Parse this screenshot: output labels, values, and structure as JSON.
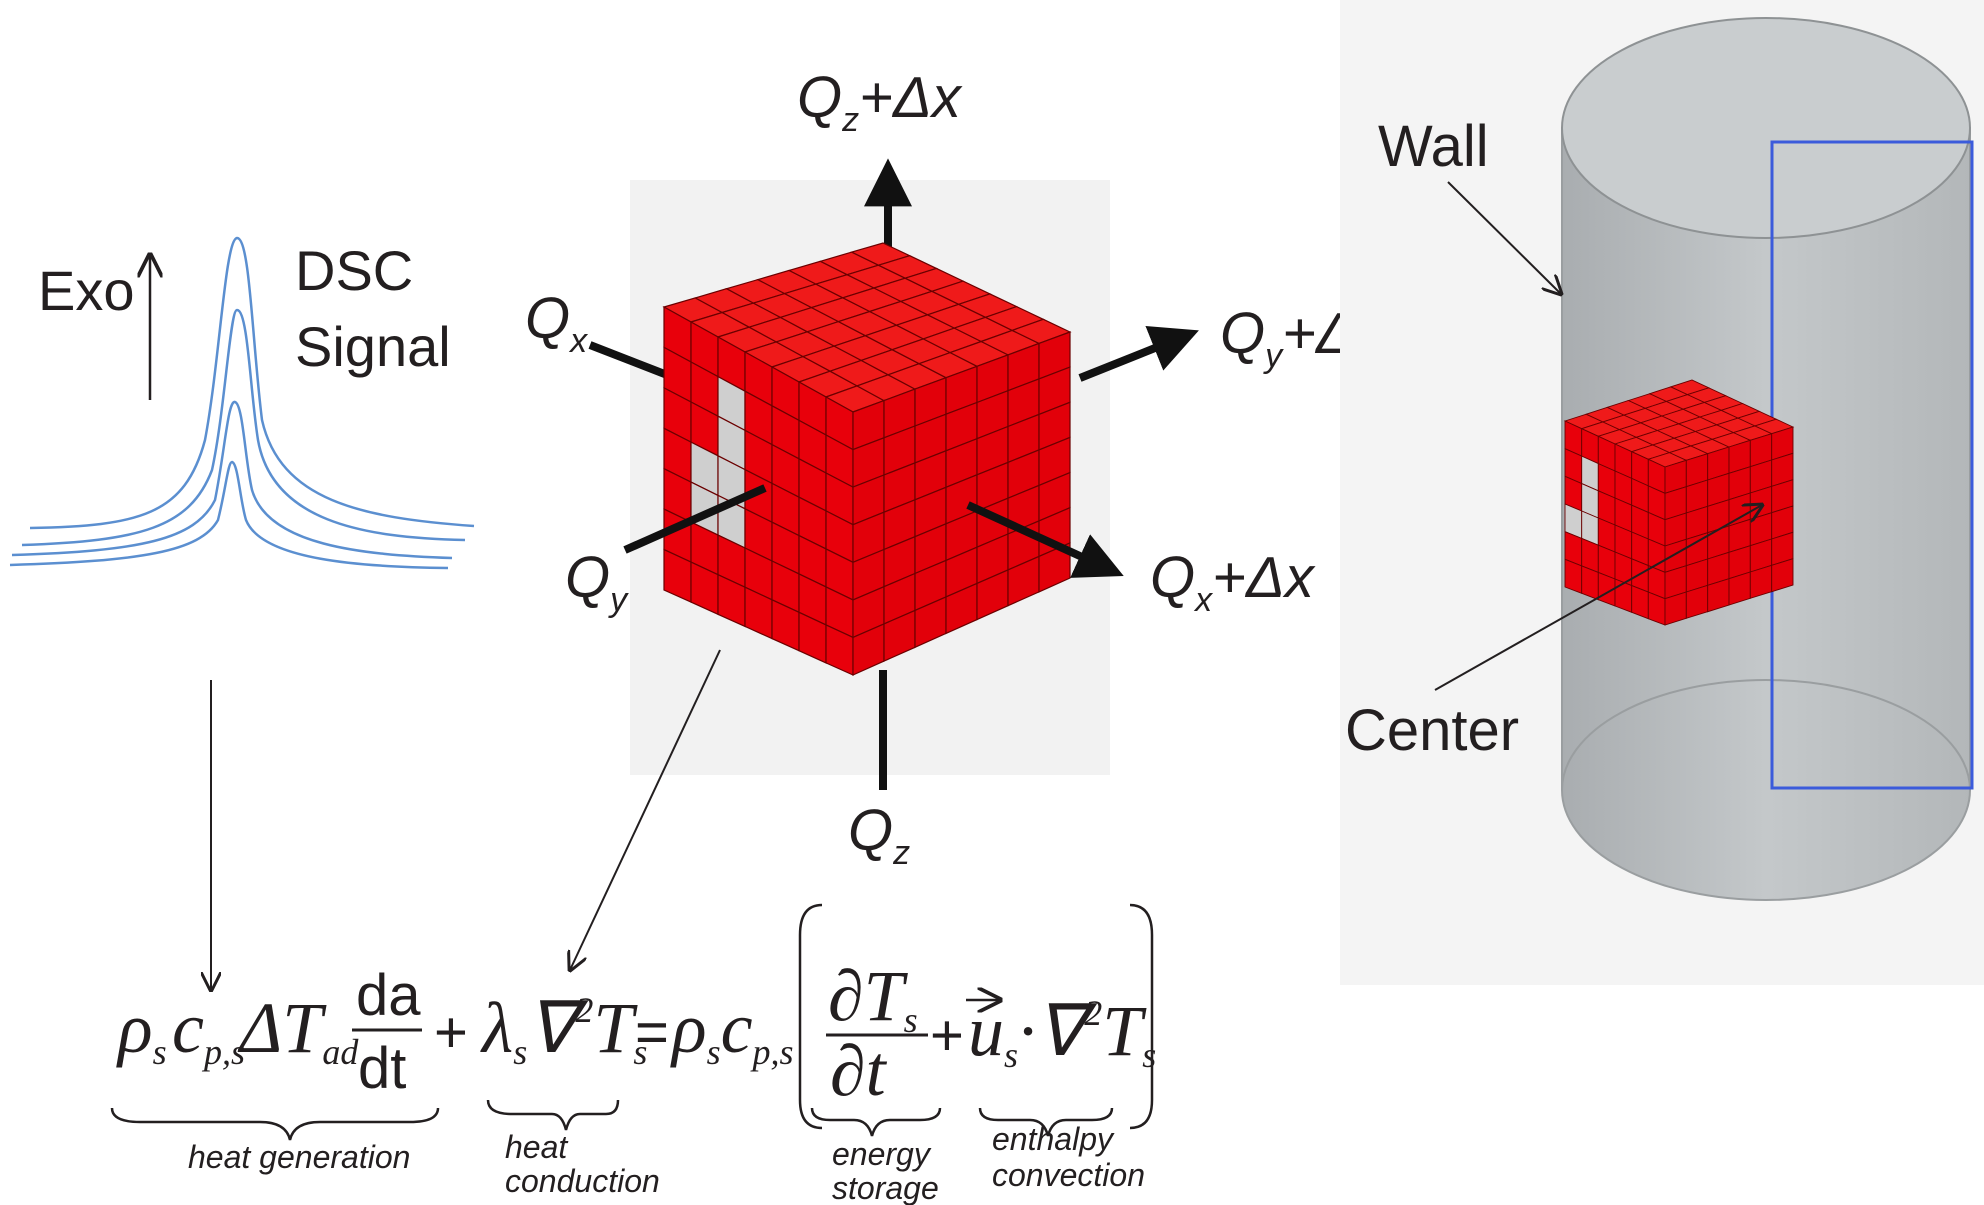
{
  "dsc": {
    "exo_label": "Exo",
    "signal_line1": "DSC",
    "signal_line2": "Signal",
    "curve_color": "#5b8fd0"
  },
  "cube": {
    "face_color": "#e8000b",
    "defect_color": "#cfcfcf",
    "fluxes": {
      "qz_top": {
        "base": "Q",
        "sub": "z",
        "suffix": "+Δx"
      },
      "qy_right": {
        "base": "Q",
        "sub": "y",
        "suffix": "+Δx"
      },
      "qx_right": {
        "base": "Q",
        "sub": "x",
        "suffix": "+Δx"
      },
      "qx_left": {
        "base": "Q",
        "sub": "x",
        "suffix": ""
      },
      "qy_left": {
        "base": "Q",
        "sub": "y",
        "suffix": ""
      },
      "qz_bottom": {
        "base": "Q",
        "sub": "z",
        "suffix": ""
      }
    }
  },
  "cylinder": {
    "wall_label": "Wall",
    "center_label": "Center",
    "fill_color": "#bfc3c5",
    "box_color": "#3b5bdb"
  },
  "equation": {
    "heat_generation": "heat generation",
    "heat_conduction_1": "heat",
    "heat_conduction_2": "conduction",
    "energy_storage_1": "energy",
    "energy_storage_2": "storage",
    "enthalpy_convection_1": "enthalpy",
    "enthalpy_convection_2": "convection"
  }
}
